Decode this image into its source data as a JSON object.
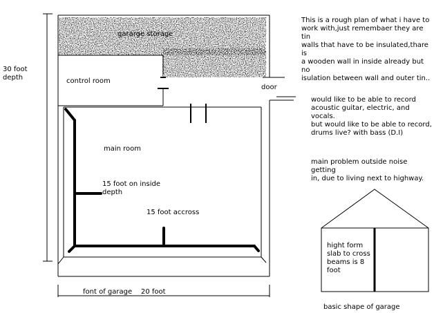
{
  "labels": {
    "storage": "gararge storage",
    "control_room": "control room",
    "door": "door",
    "main_room": "main room",
    "inside_depth": "15 foot on inside\ndepth",
    "across": "15 foot accross",
    "depth": "30 foot\ndepth",
    "front": "font of garage",
    "width": "20 foot",
    "slab": "hight form\nslab to cross\nbeams is 8\nfoot",
    "shape": "basic shape of garage"
  },
  "notes": {
    "plan": "This is a rough plan of what i have to\nwork with,just remembaer they are tin\nwalls that have to be insulated,thare is\n a wooden wall in inside already but no\nisulation between wall and outer tin..",
    "record": "would like to be able to record\nacoustic guitar, electric, and vocals.\nbut would like to be able to record,\ndrums live? with bass (D.I)",
    "noise": "main problem outside noise getting\nin, due to living next to highway."
  }
}
